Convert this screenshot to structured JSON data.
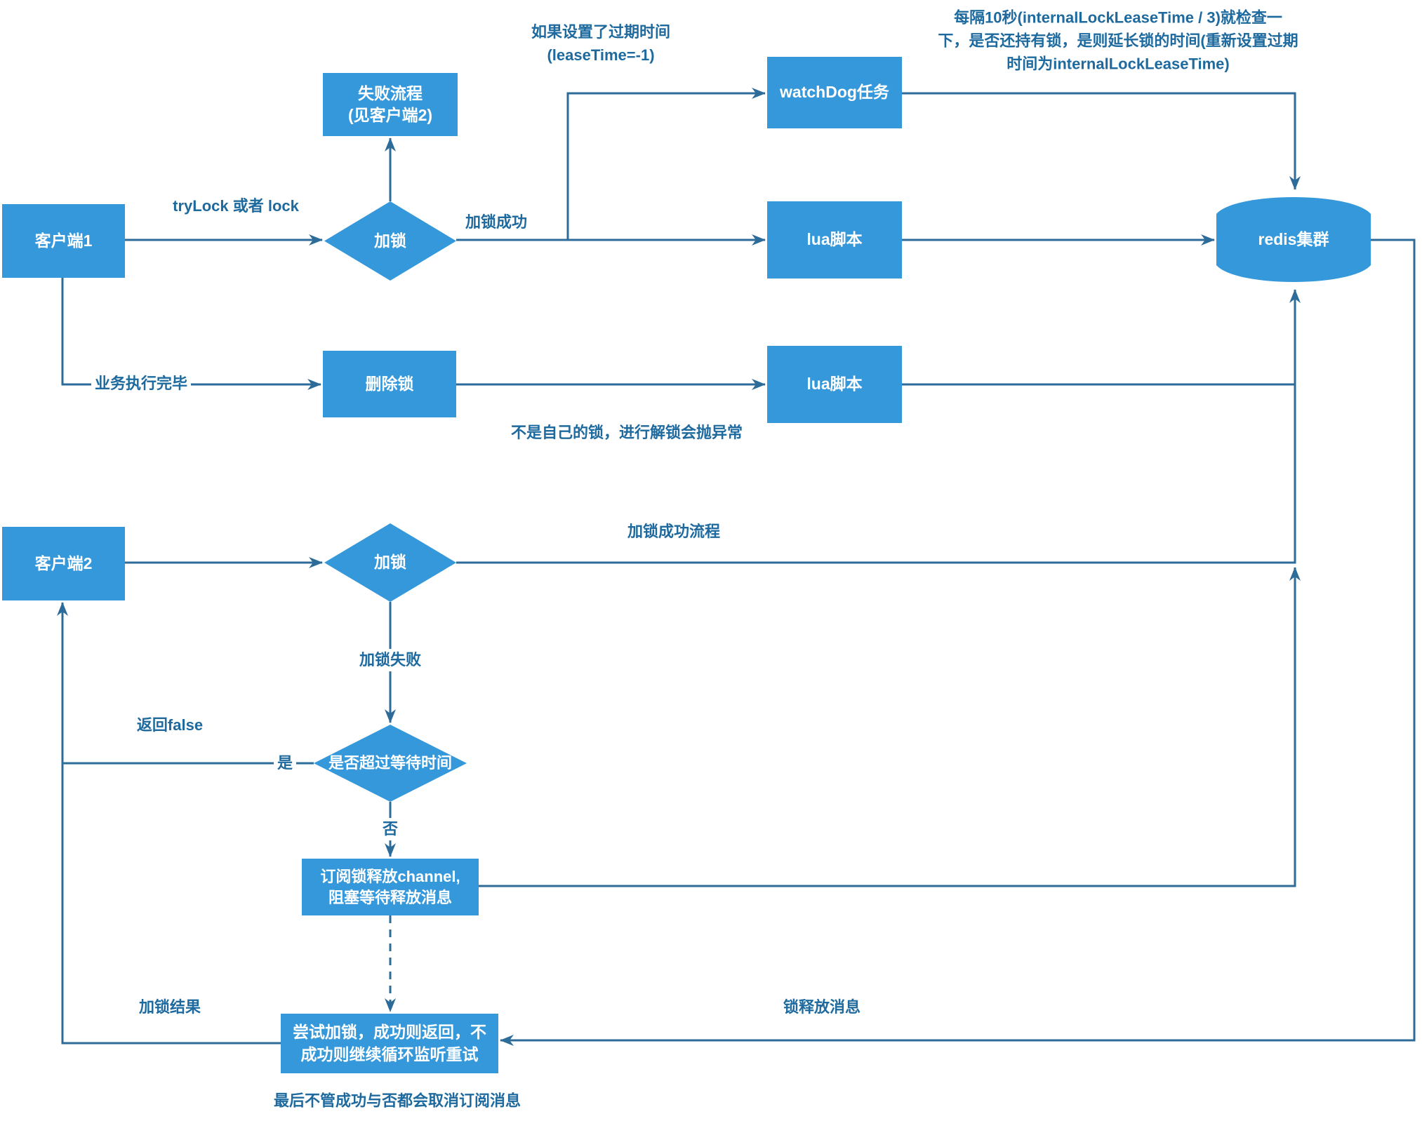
{
  "diagram": {
    "nodes": {
      "client1": {
        "label": "客户端1"
      },
      "client2": {
        "label": "客户端2"
      },
      "fail_flow": {
        "line1": "失败流程",
        "line2": "(见客户端2)"
      },
      "lock1": {
        "label": "加锁"
      },
      "lock2": {
        "label": "加锁"
      },
      "delete_lock": {
        "label": "删除锁"
      },
      "watchdog": {
        "label": "watchDog任务"
      },
      "lua1": {
        "label": "lua脚本"
      },
      "lua2": {
        "label": "lua脚本"
      },
      "redis": {
        "label": "redis集群"
      },
      "wait_check": {
        "label": "是否超过等待时间"
      },
      "subscribe": {
        "line1": "订阅锁释放channel,",
        "line2": "阻塞等待释放消息"
      },
      "retry": {
        "line1": "尝试加锁，成功则返回，不",
        "line2": "成功则继续循环监听重试"
      }
    },
    "edge_labels": {
      "trylock": "tryLock 或者 lock",
      "lock_success": "加锁成功",
      "business_done": "业务执行完毕",
      "unlock_exception": "不是自己的锁，进行解锁会抛异常",
      "lock_success_flow": "加锁成功流程",
      "lock_fail": "加锁失败",
      "return_false": "返回false",
      "yes": "是",
      "no": "否",
      "lock_result": "加锁结果",
      "release_msg": "锁释放消息"
    },
    "notes": {
      "lease_line1": "如果设置了过期时间",
      "lease_line2": "(leaseTime=-1)",
      "watchdog_line1": "每隔10秒(internalLockLeaseTime / 3)就检查一",
      "watchdog_line2": "下，是否还持有锁，是则延长锁的时间(重新设置过期",
      "watchdog_line3": "时间为internalLockLeaseTime)",
      "final_note": "最后不管成功与否都会取消订阅消息"
    },
    "colors": {
      "node_fill": "#3598db",
      "edge_stroke": "#2d6b99",
      "label_text": "#1e6a9e"
    }
  }
}
